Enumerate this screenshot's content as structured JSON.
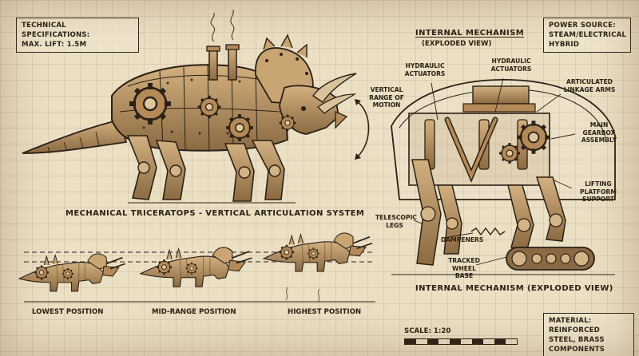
{
  "specs": {
    "heading": "TECHNICAL SPECIFICATIONS:",
    "lift": "MAX. LIFT: 1.5M"
  },
  "power": {
    "heading": "POWER SOURCE:",
    "value": "STEAM/ELECTRICAL HYBRID"
  },
  "material": {
    "heading": "MATERIAL:",
    "value": "REINFORCED STEEL, BRASS COMPONENTS"
  },
  "main_title": "MECHANICAL TRICERATOPS - VERTICAL ARTICULATION SYSTEM",
  "range_label": "VERTICAL RANGE OF MOTION",
  "mechanism": {
    "title": "INTERNAL MECHANISM",
    "subtitle": "(EXPLODED VIEW)",
    "bottom_title": "INTERNAL MECHANISM (EXPLODED VIEW)",
    "labels": {
      "hydraulic_left": "HYDRAULIC ACTUATORS",
      "hydraulic_right": "HYDRAULIC ACTUATORS",
      "linkage": "ARTICULATED LINKAGE ARMS",
      "gearbox": "MAIN GEARBOX ASSEMBLY",
      "platform": "LIFTING PLATFORM SUPPORT",
      "telescopic": "TELESCOPIC LEGS",
      "dampeners": "DAMPENERS",
      "tracked": "TRACKED WHEEL BASE"
    }
  },
  "positions": {
    "lowest": "LOWEST POSITION",
    "mid": "MID-RANGE POSITION",
    "highest": "HIGHEST POSITION"
  },
  "scale": "SCALE: 1:20",
  "colors": {
    "ink": "#2b2116",
    "brass": "#b79160",
    "brass_dark": "#7a5a36",
    "paper": "#ebdfc4"
  }
}
